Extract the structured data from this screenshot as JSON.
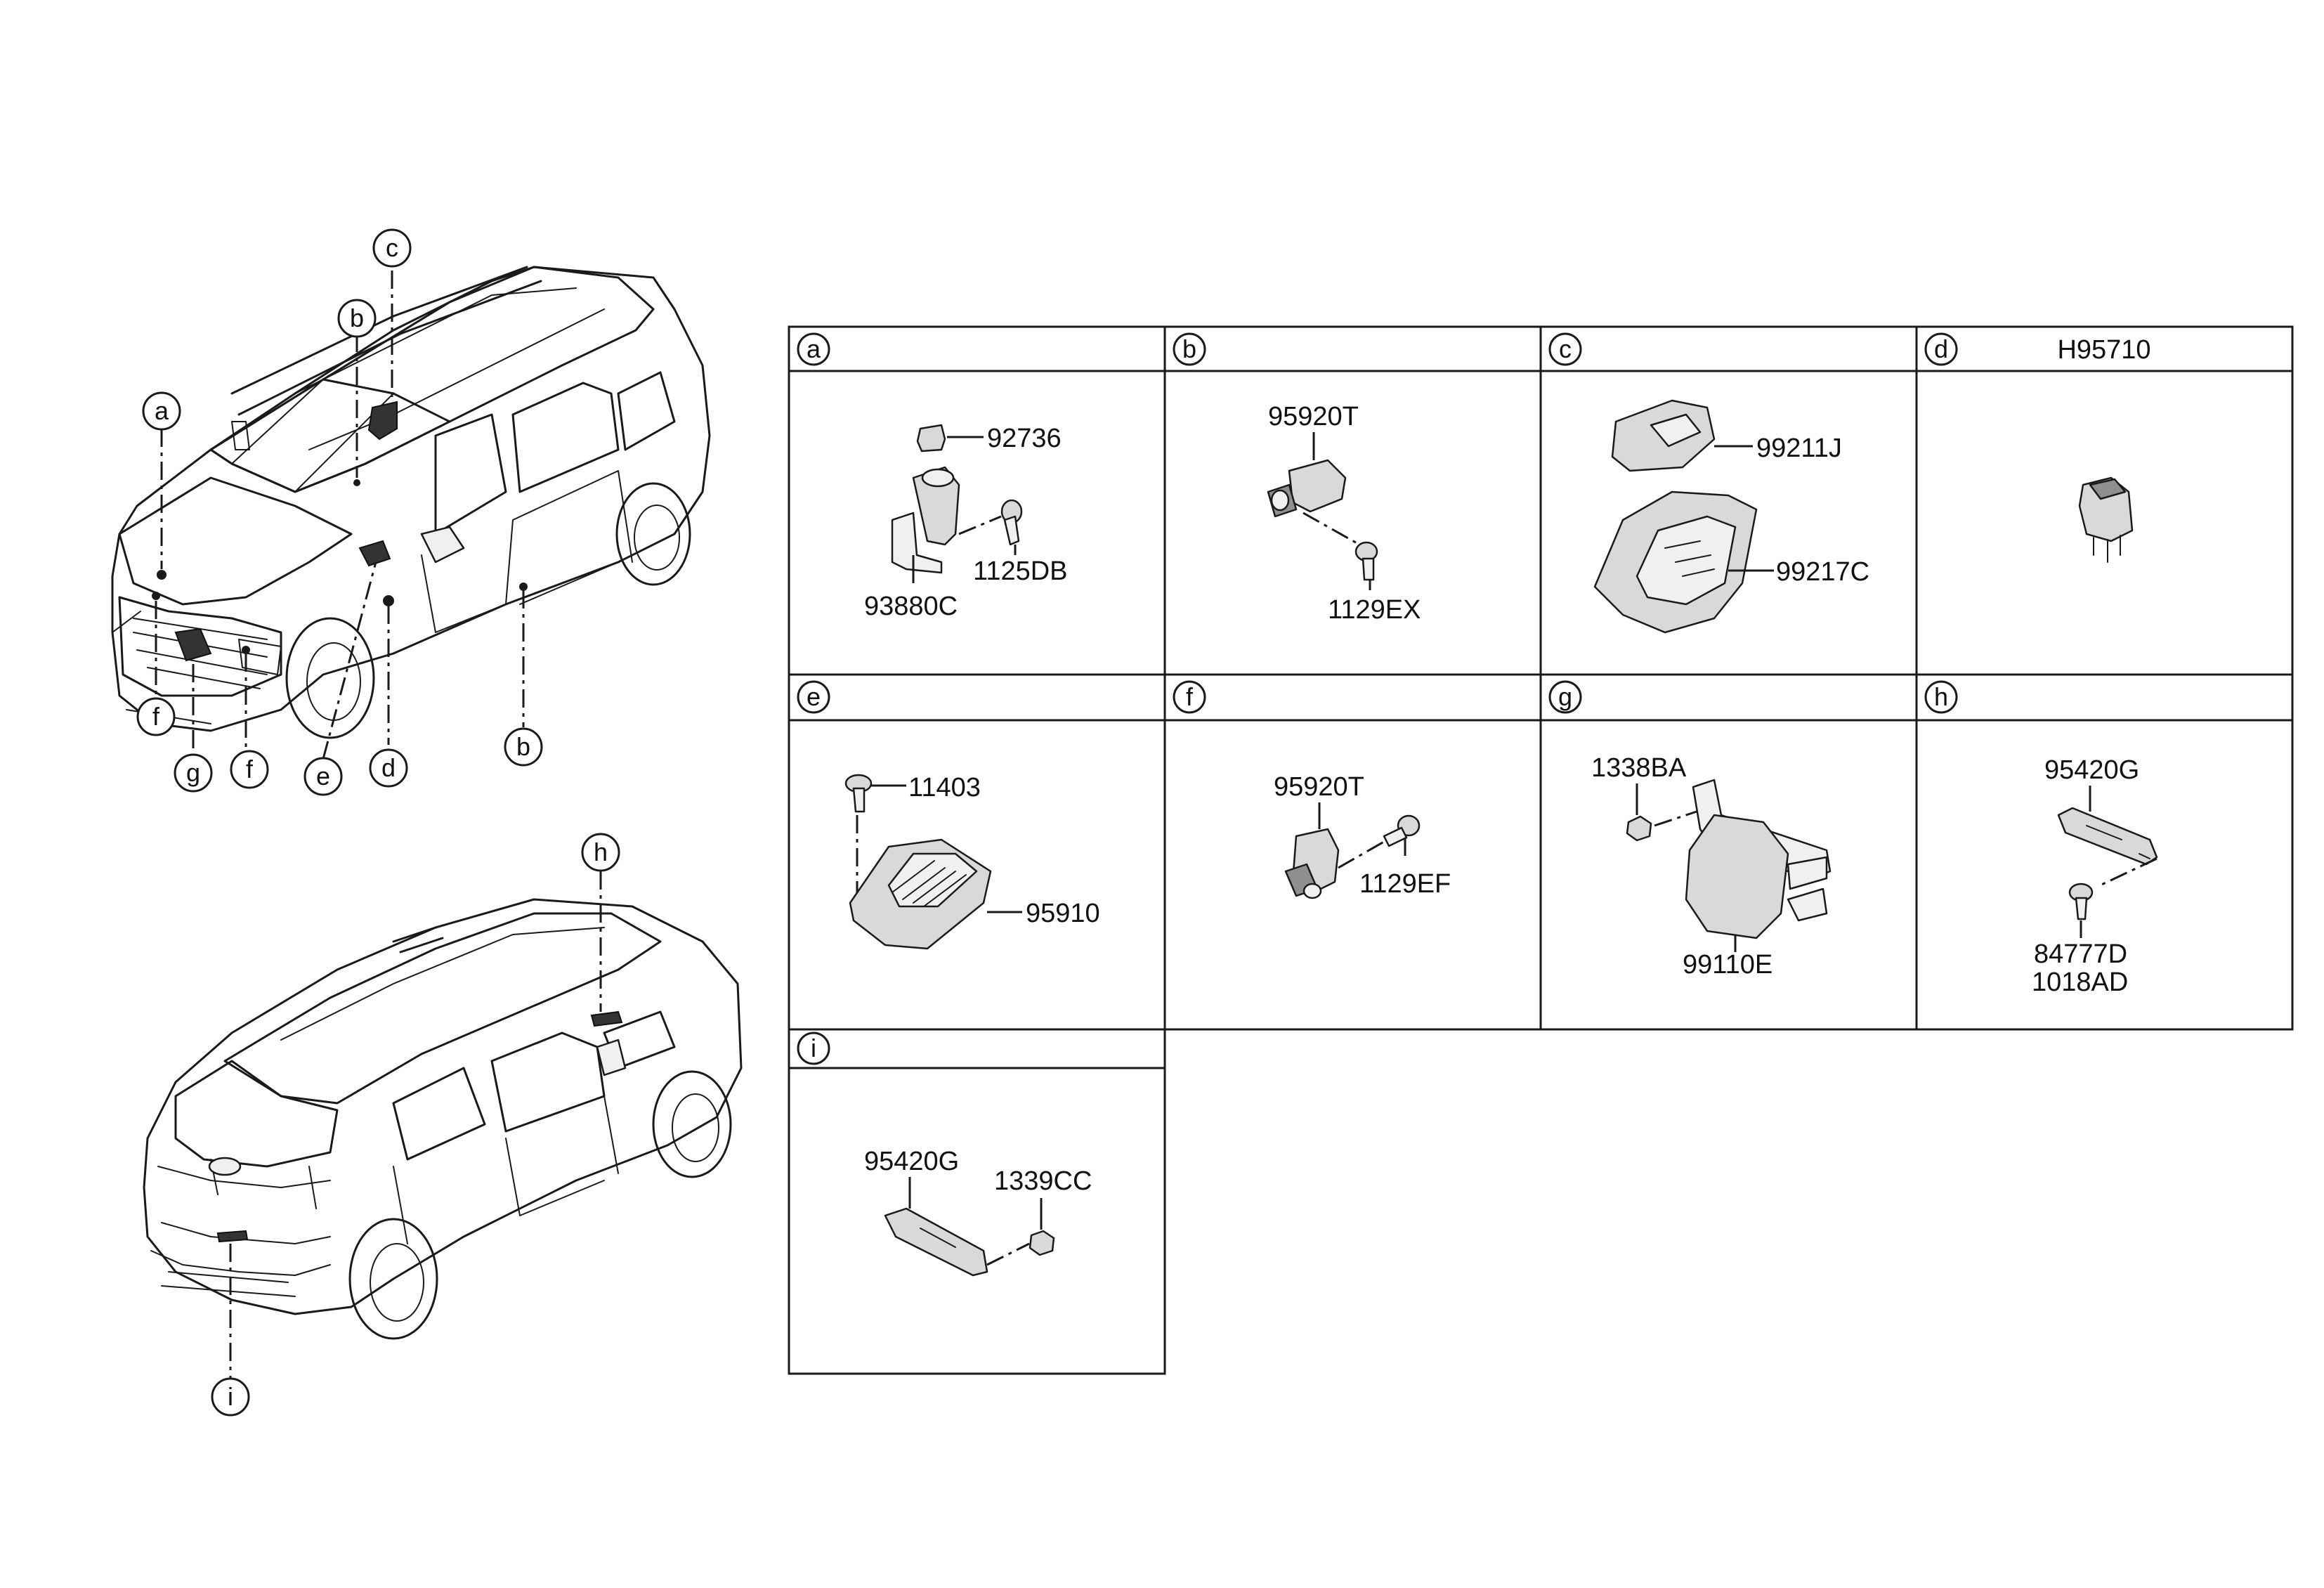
{
  "callouts": {
    "a": "a",
    "b": "b",
    "c": "c",
    "d": "d",
    "e": "e",
    "f": "f",
    "g": "g",
    "h": "h",
    "i": "i"
  },
  "panels": {
    "a": {
      "label": "a",
      "header": "",
      "parts": [
        "92736",
        "1125DB",
        "93880C"
      ]
    },
    "b": {
      "label": "b",
      "header": "",
      "parts": [
        "95920T",
        "1129EX"
      ]
    },
    "c": {
      "label": "c",
      "header": "",
      "parts": [
        "99211J",
        "99217C"
      ]
    },
    "d": {
      "label": "d",
      "header": "H95710",
      "parts": []
    },
    "e": {
      "label": "e",
      "header": "",
      "parts": [
        "11403",
        "95910"
      ]
    },
    "f": {
      "label": "f",
      "header": "",
      "parts": [
        "95920T",
        "1129EF"
      ]
    },
    "g": {
      "label": "g",
      "header": "",
      "parts": [
        "1338BA",
        "99110E"
      ]
    },
    "h": {
      "label": "h",
      "header": "",
      "parts": [
        "95420G",
        "84777D",
        "1018AD"
      ]
    },
    "i": {
      "label": "i",
      "header": "",
      "parts": [
        "95420G",
        "1339CC"
      ]
    }
  },
  "colors": {
    "line": "#1a1a1a",
    "part_fill": "#d9d9d9",
    "part_dark": "#8f8f8f",
    "background": "#ffffff"
  }
}
